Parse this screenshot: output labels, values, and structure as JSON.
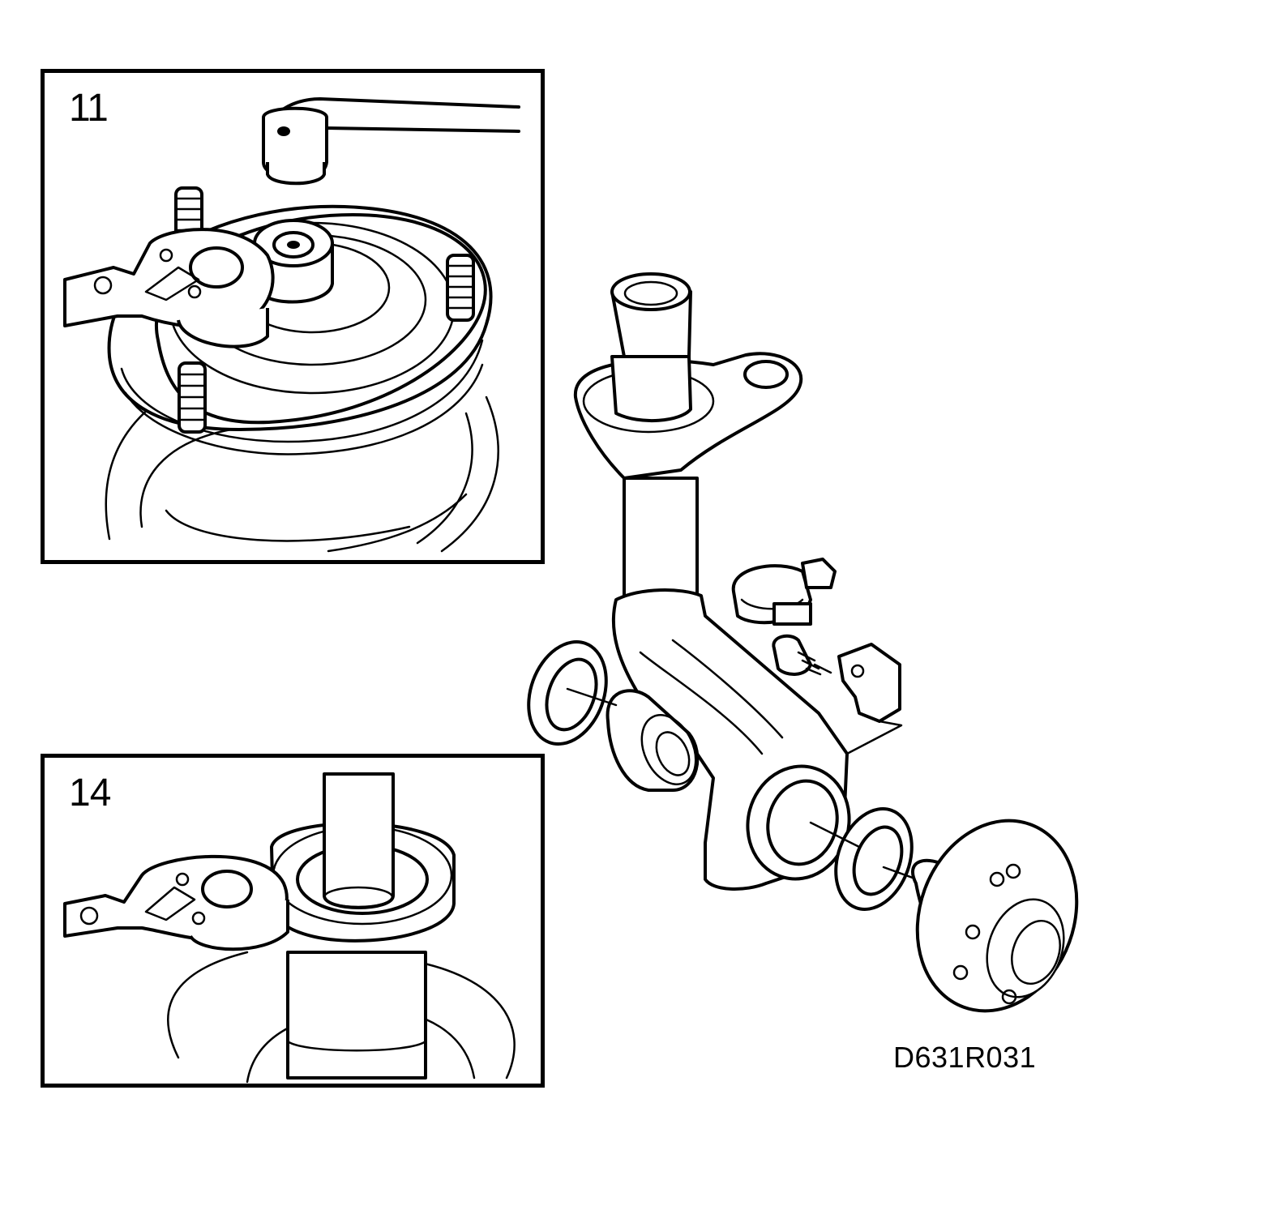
{
  "figure": {
    "code": "D631R031",
    "panels": [
      {
        "id": "panel-11",
        "number": "11"
      },
      {
        "id": "panel-14",
        "number": "14"
      }
    ]
  },
  "colors": {
    "ink": "#000000",
    "paper": "#ffffff"
  }
}
